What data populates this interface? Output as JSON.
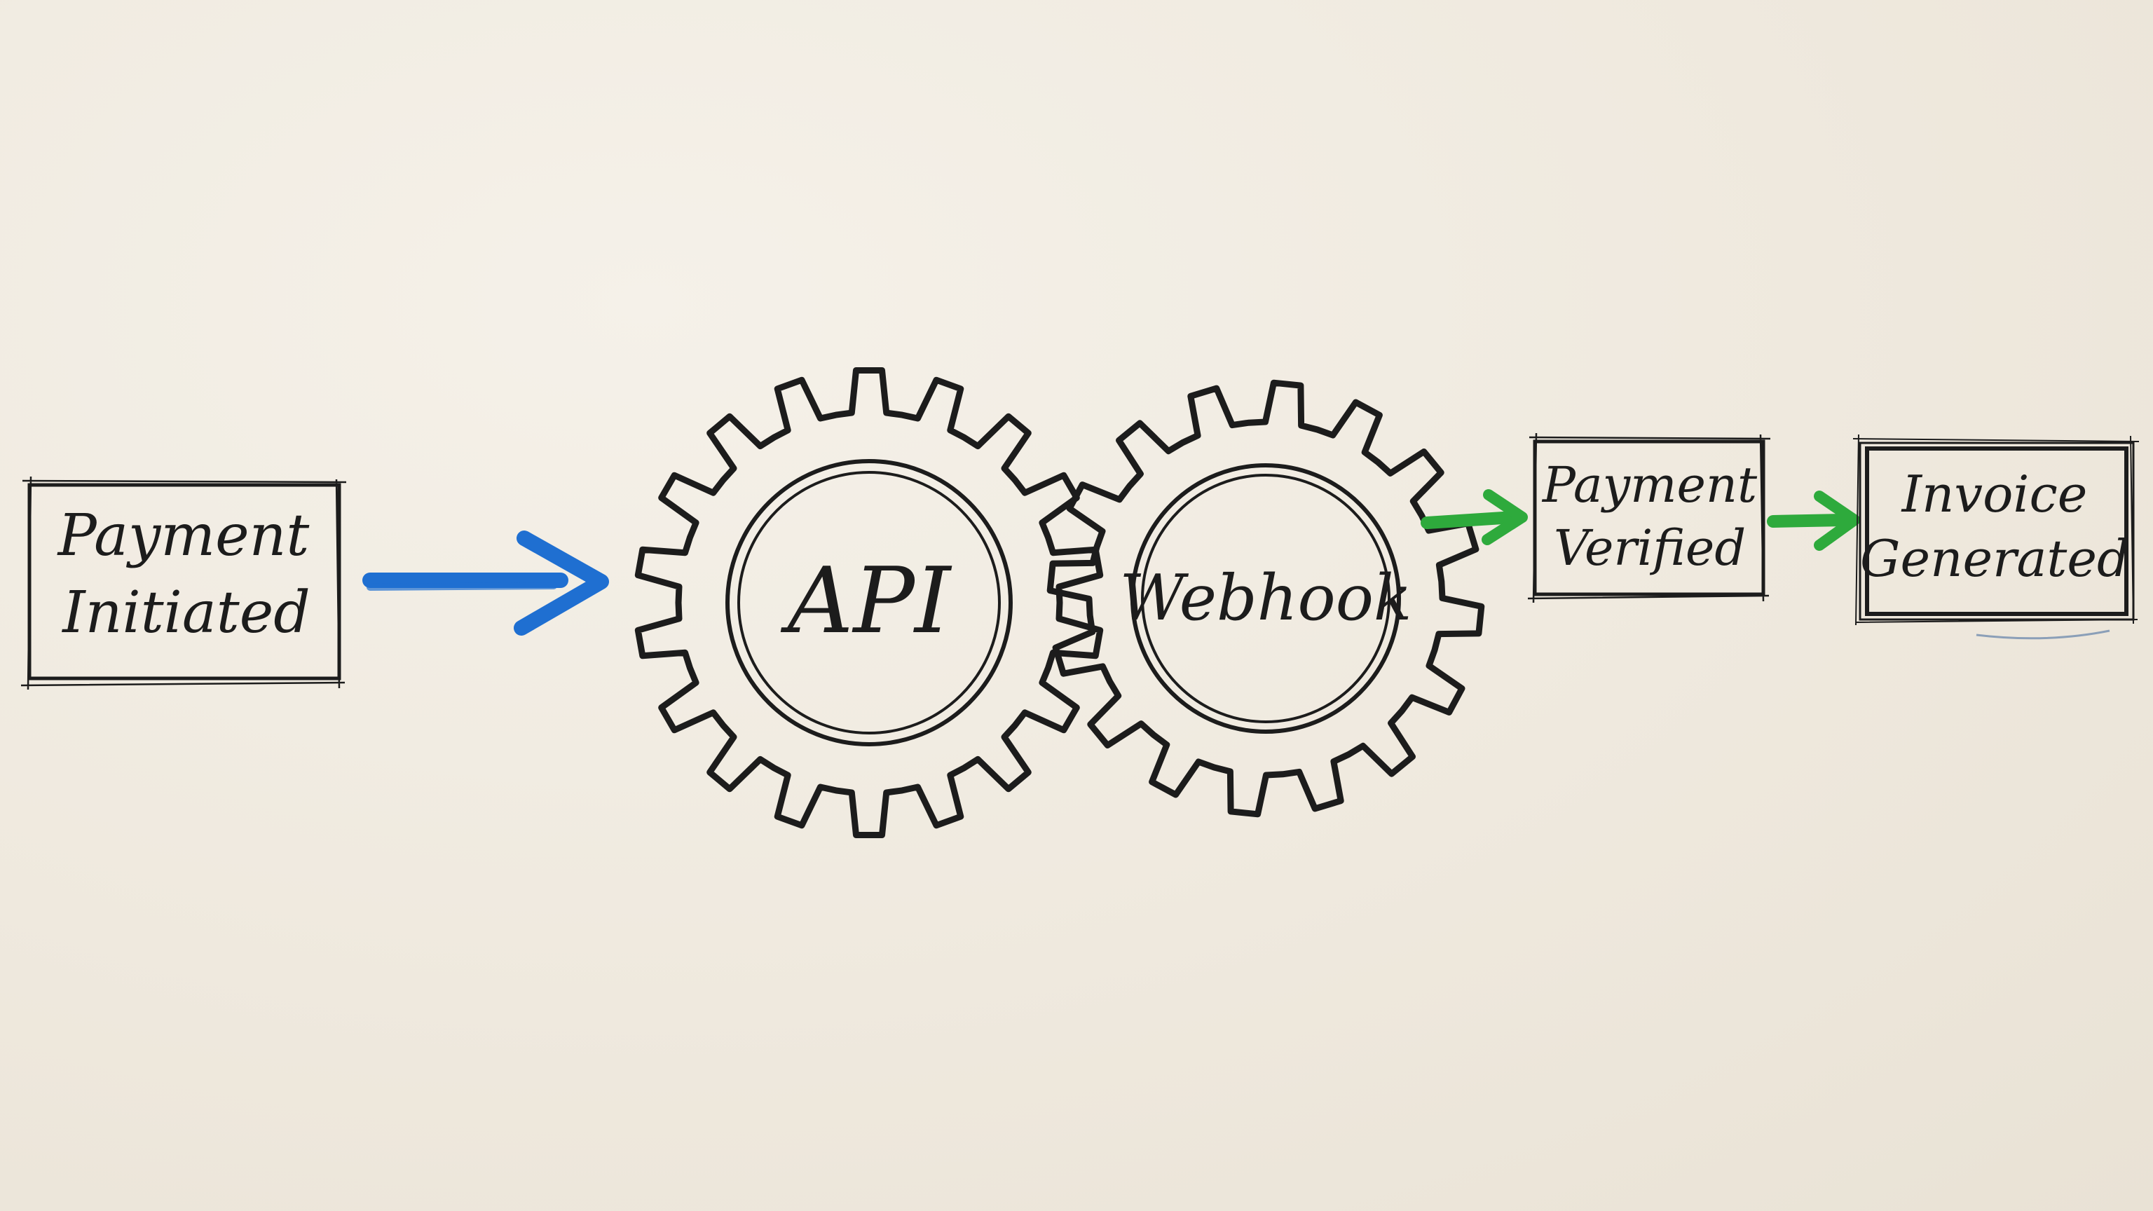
{
  "nodes": {
    "payment_initiated": {
      "line1": "Payment",
      "line2": "Initiated"
    },
    "api": {
      "label": "API"
    },
    "webhook": {
      "label": "Webhook"
    },
    "payment_verified": {
      "line1": "Payment",
      "line2": "Verified"
    },
    "invoice_generated": {
      "line1": "Invoice",
      "line2": "Generated"
    }
  },
  "colors": {
    "ink": "#1c1c1c",
    "arrow_blue": "#1f6fd1",
    "arrow_green": "#2eaa3c",
    "paper": "#f1ece2"
  }
}
